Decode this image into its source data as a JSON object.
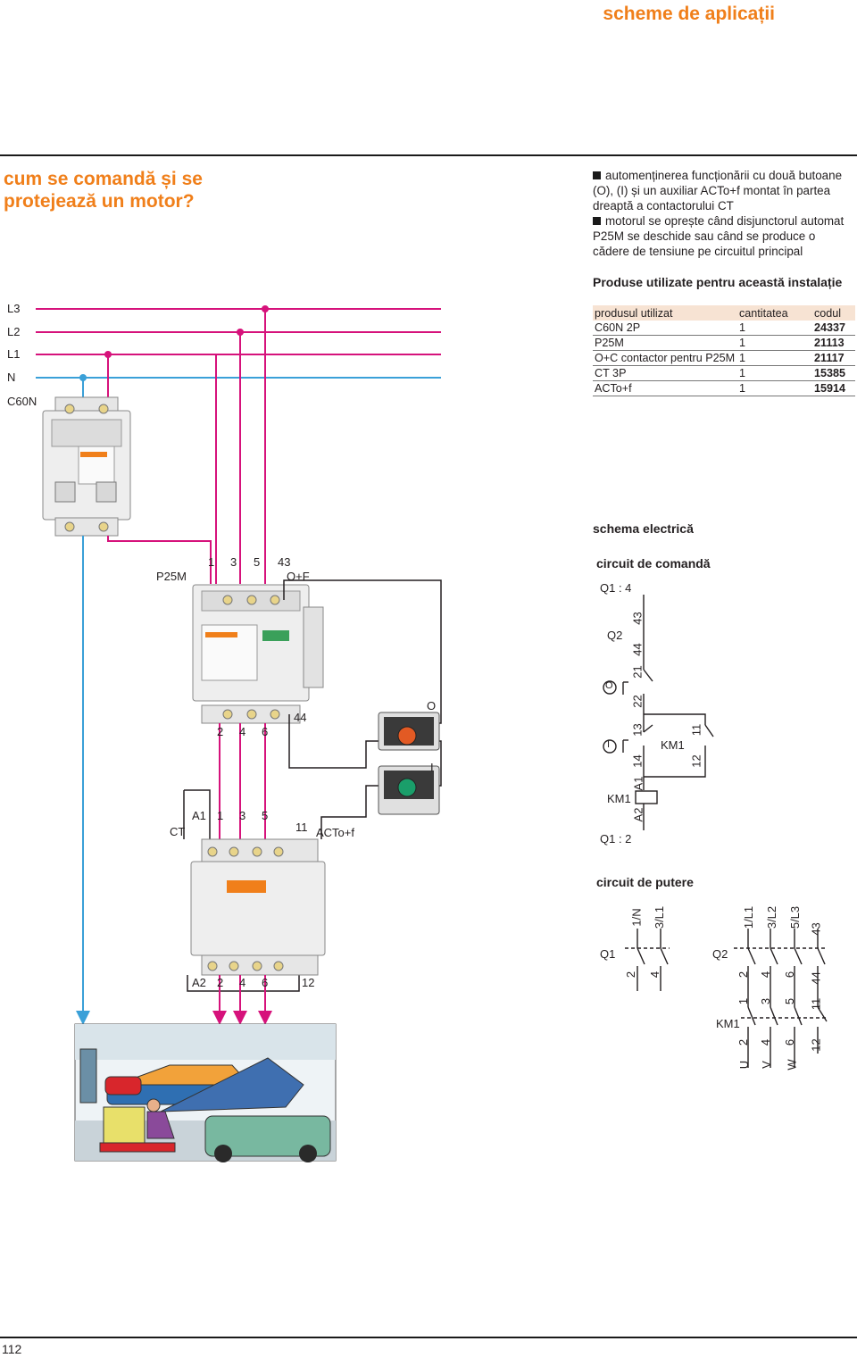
{
  "header": {
    "title": "scheme de aplicații"
  },
  "page_number": "112",
  "section_title": "cum se comandă și se protejează un motor?",
  "description": [
    "automenținerea funcționării cu două butoane (O), (I) și un auxiliar ACTo+f montat în partea dreaptă a contactorului CT",
    "motorul se oprește când disjunctorul automat P25M se deschide sau când se produce o cădere de tensiune pe circuitul principal"
  ],
  "products": {
    "title": "Produse utilizate pentru această instalație",
    "headers": [
      "produsul utilizat",
      "cantitatea",
      "codul"
    ],
    "rows": [
      [
        "C60N 2P",
        "1",
        "24337"
      ],
      [
        "P25M",
        "1",
        "21113"
      ],
      [
        "O+C contactor pentru P25M",
        "1",
        "21117"
      ],
      [
        "CT 3P",
        "1",
        "15385"
      ],
      [
        "ACTo+f",
        "1",
        "15914"
      ]
    ]
  },
  "wiring": {
    "lines": [
      "L3",
      "L2",
      "L1",
      "N"
    ],
    "c60n": "C60N",
    "p25m": {
      "name": "P25M",
      "top_terms": [
        "1",
        "3",
        "5"
      ],
      "aux_top": "43",
      "aux_name": "O+F",
      "bottom_terms": [
        "2",
        "4",
        "6"
      ],
      "aux_bottom": "44"
    },
    "push_o": "O",
    "push_i": "I",
    "ct": {
      "name": "CT",
      "top_terms": [
        "A1",
        "1",
        "3",
        "5"
      ],
      "aux_top": "11",
      "aux_name": "ACTo+f",
      "bottom_terms": [
        "A2",
        "2",
        "4",
        "6"
      ],
      "aux_bottom": "12"
    }
  },
  "schema": {
    "title": "schema electrică",
    "control": {
      "title": "circuit de comandă",
      "q1_top": "Q1 : 4",
      "q2": "Q2",
      "q2_terms": [
        "43",
        "44",
        "21",
        "22"
      ],
      "btn_o": "O",
      "btn_i": "I",
      "i_terms": [
        "13",
        "14"
      ],
      "km1_aux": "KM1",
      "km1_aux_terms": [
        "11",
        "12"
      ],
      "coil": "KM1",
      "coil_terms": [
        "A1",
        "A2"
      ],
      "q1_bottom": "Q1 : 2"
    },
    "power": {
      "title": "circuit de putere",
      "q1": "Q1",
      "q1_top": [
        "1/N",
        "3/L1"
      ],
      "q1_bottom": [
        "2",
        "4"
      ],
      "q2": "Q2",
      "q2_top": [
        "1/L1",
        "3/L2",
        "5/L3",
        "43"
      ],
      "q2_bottom": [
        "2",
        "4",
        "6",
        "44"
      ],
      "km1": "KM1",
      "km1_top": [
        "1",
        "3",
        "5",
        "11"
      ],
      "km1_bottom": [
        "2",
        "4",
        "6",
        "12"
      ],
      "motor": [
        "U",
        "V",
        "W"
      ]
    }
  },
  "colors": {
    "accent": "#f07f1a",
    "phase": "#d6127b",
    "neutral": "#3aa0d8",
    "table_head": "#f7e3d3"
  }
}
